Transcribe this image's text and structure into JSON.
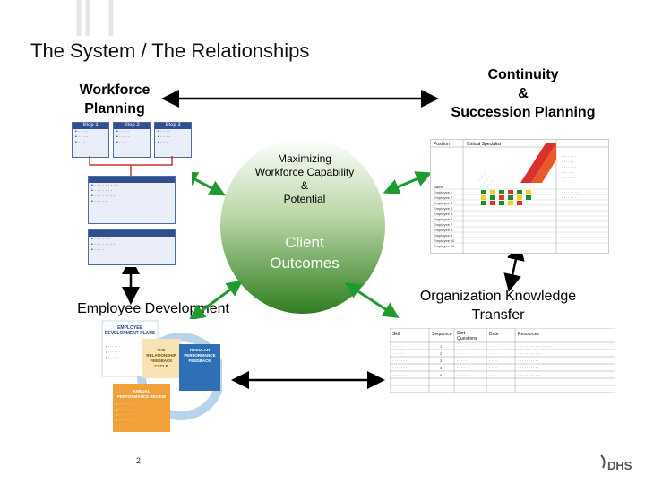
{
  "slide": {
    "title": "The System / The Relationships",
    "page_number": "2",
    "logo_text": "DHS"
  },
  "nodes": {
    "workforce_planning": "Workforce\nPlanning",
    "continuity": "Continuity\n&\nSuccession Planning",
    "center": "Maximizing\nWorkforce Capability\n&\nPotential",
    "client_outcomes": "Client\nOutcomes",
    "employee_development": "Employee Development",
    "org_knowledge": "Organization Knowledge\nTransfer"
  },
  "thumbnails": {
    "workforce_steps": [
      "Step 1",
      "Step 2",
      "Step 3"
    ],
    "succession_table": {
      "headers": [
        "Position",
        "Critical Specialist"
      ],
      "rows": [
        "Employee 1",
        "Employee 2",
        "Employee 3",
        "Employee 4",
        "Employee 5",
        "Employee 6",
        "Employee 7",
        "Employee 8",
        "Employee 9",
        "Employee 10",
        "Employee 11"
      ]
    },
    "transfer_table": {
      "headers": [
        "Skill",
        "Sequence",
        "Sort Questions",
        "Date",
        "Resources"
      ]
    },
    "cycle_labels": [
      "EMPLOYEE DEVELOPMENT PLANS",
      "THE RELATIONSHIP FEEDBACK CYCLE",
      "REGULAR PERFORMANCE FEEDBACK",
      "ANNUAL PERFORMANCE REVIEW"
    ]
  },
  "colors": {
    "circle_top": "#ffffff",
    "circle_bottom": "#3f8a2a",
    "arrow_green": "#1e9a2f",
    "arrow_black": "#000000"
  }
}
